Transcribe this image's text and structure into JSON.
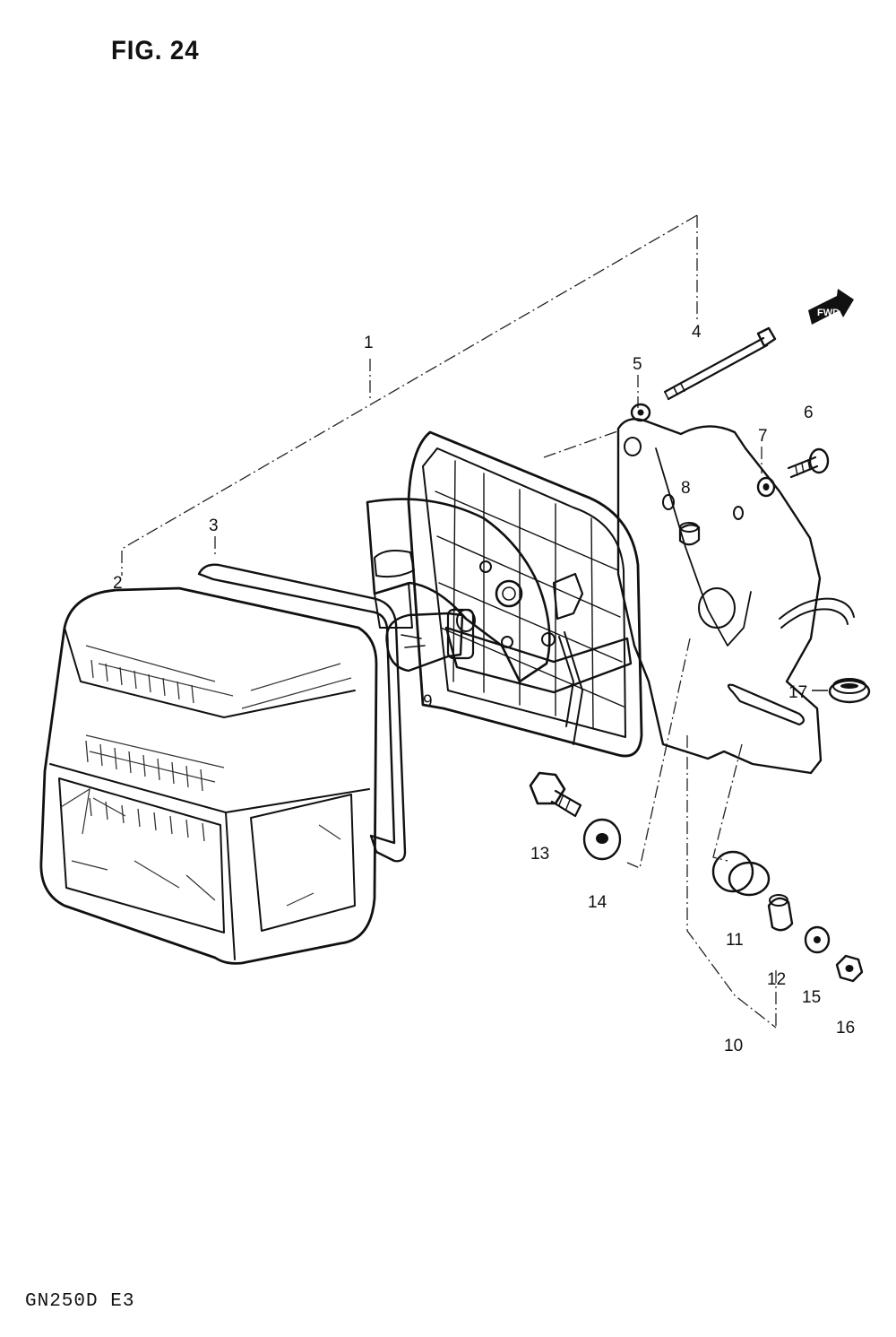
{
  "figure": {
    "title": "FIG. 24",
    "model_code": "GN250D  E3"
  },
  "forward_arrow": {
    "label": "FWD"
  },
  "callouts": [
    "1",
    "2",
    "3",
    "4",
    "5",
    "6",
    "7",
    "8",
    "9",
    "10",
    "11",
    "12",
    "13",
    "14",
    "15",
    "16",
    "17"
  ]
}
